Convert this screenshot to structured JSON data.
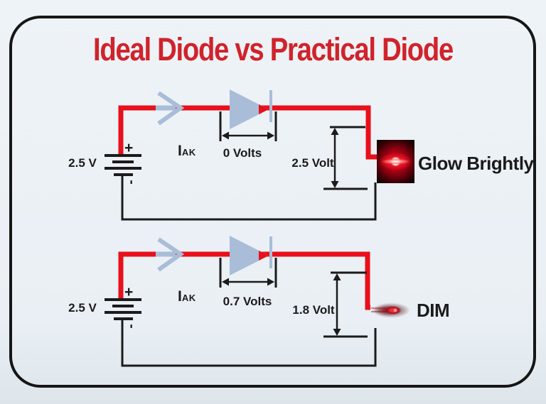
{
  "title": "Ideal Diode vs Practical Diode",
  "colors": {
    "background": "#e9eff4",
    "frame": "#161616",
    "title_red": "#d0232b",
    "wire_red": "#e8101b",
    "symbol_blue": "#a9bdd8",
    "ink": "#1b1b1b"
  },
  "circuits": [
    {
      "name": "ideal-diode-circuit",
      "battery_voltage": "2.5 V",
      "battery_plus": "+",
      "battery_minus": "-",
      "current_label": {
        "main": "I",
        "sub": "AK"
      },
      "diode_drop": "0 Volts",
      "load_voltage": "2.5 Volt",
      "led_state": "Glow Brightly"
    },
    {
      "name": "practical-diode-circuit",
      "battery_voltage": "2.5 V",
      "battery_plus": "+",
      "battery_minus": "-",
      "current_label": {
        "main": "I",
        "sub": "AK"
      },
      "diode_drop": "0.7 Volts",
      "load_voltage": "1.8 Volt",
      "led_state": "DIM"
    }
  ]
}
